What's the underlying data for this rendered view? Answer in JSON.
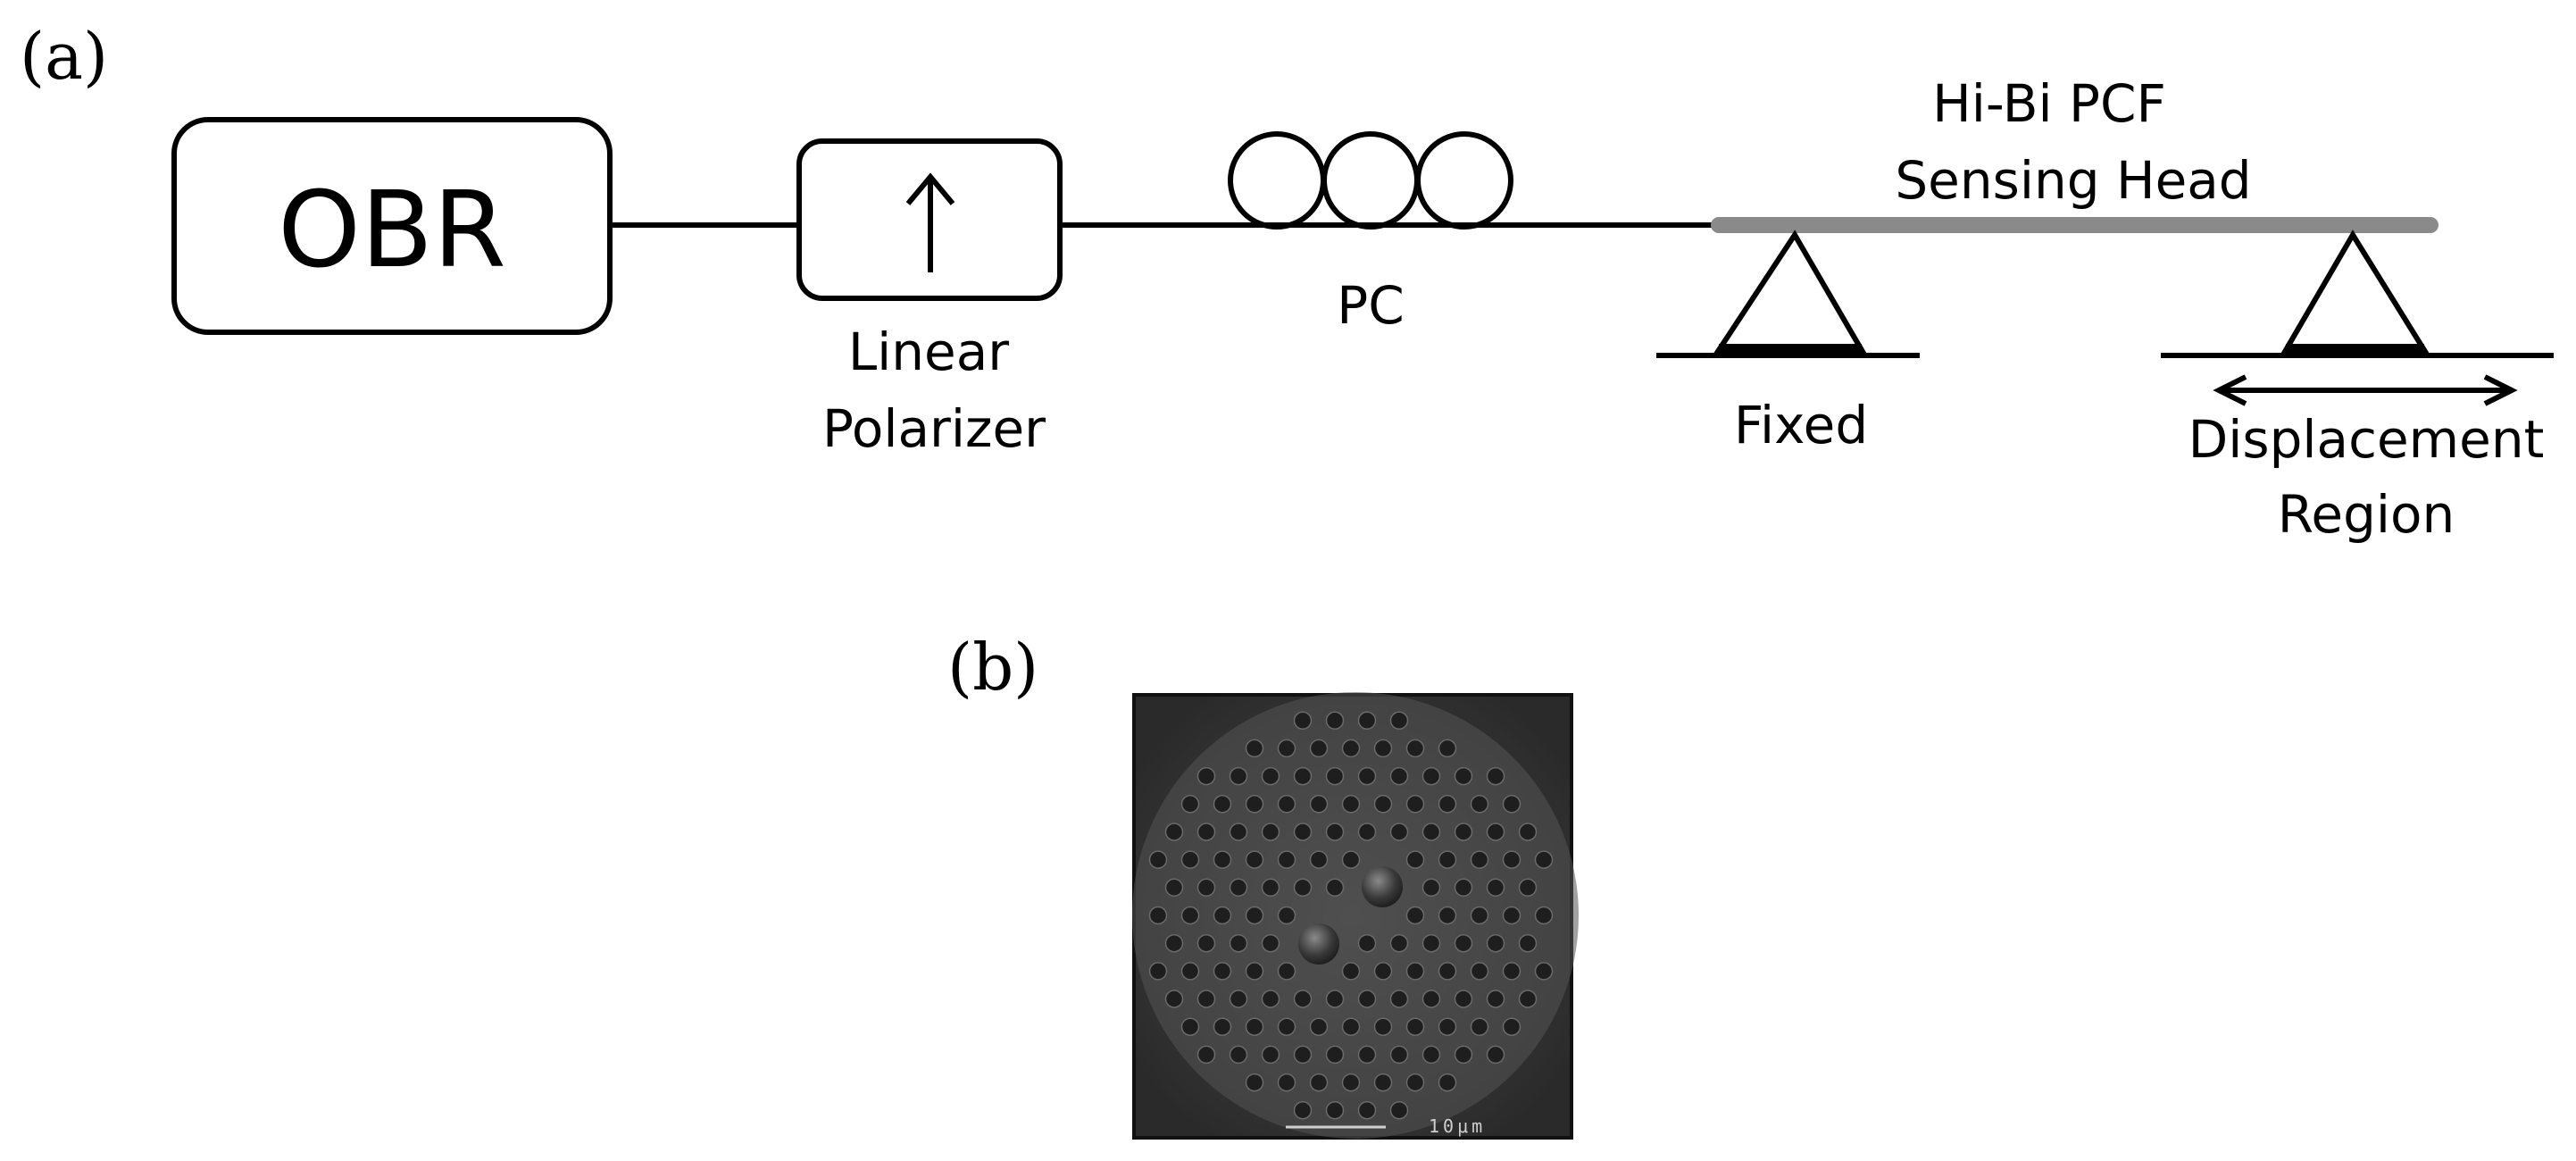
{
  "panel_a": {
    "label": "(a)",
    "obr": "OBR",
    "polarizer": {
      "line1": "Linear",
      "line2": "Polarizer"
    },
    "pc": "PC",
    "pcf": {
      "line1": "Hi-Bi PCF",
      "line2": "Sensing Head"
    },
    "fixed": "Fixed",
    "displacement": {
      "line1": "Displacement",
      "line2": "Region"
    }
  },
  "panel_b": {
    "label": "(b)",
    "scale_bar_text": "10μm"
  },
  "colors": {
    "line": "#000000",
    "fiber_gray": "#8a8a8a",
    "micrograph_bg": "#3a3a3a"
  },
  "icons": {
    "polarizer_arrow": "up-arrow-icon",
    "displacement_arrow": "double-arrow-icon"
  }
}
